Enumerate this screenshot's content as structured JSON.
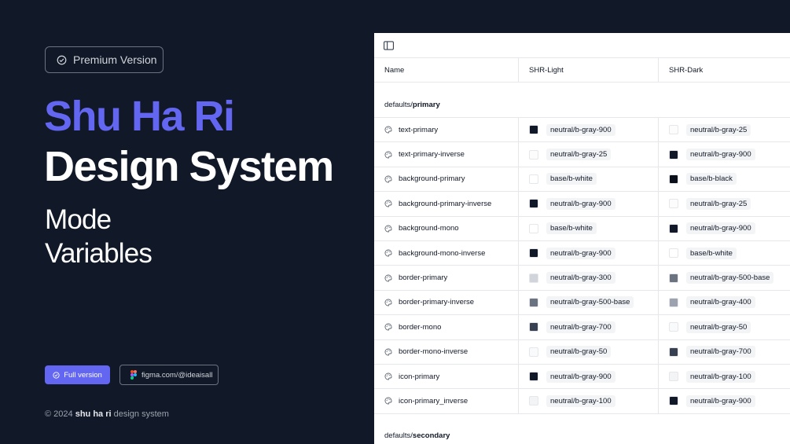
{
  "badge": {
    "icon": "check-circle-icon",
    "label": "Premium Version"
  },
  "hero": {
    "line1": "Shu Ha Ri",
    "line2": "Design System",
    "sub1": "Mode",
    "sub2": "Variables"
  },
  "buttons": {
    "full_label": "Full version",
    "figma_label": "figma.com/@ideaisall"
  },
  "footer": {
    "prefix": "© 2024 ",
    "brand": "shu ha ri",
    "suffix": " design system"
  },
  "colors": {
    "accent": "#6366f1",
    "background": "#111827"
  },
  "table": {
    "columns": [
      "Name",
      "SHR-Light",
      "SHR-Dark"
    ],
    "group1": {
      "prefix": "defaults/",
      "name": "primary"
    },
    "rows": [
      {
        "name": "text-primary",
        "light": "neutral/b-gray-900",
        "light_color": "#111827",
        "dark": "neutral/b-gray-25",
        "dark_color": "#fcfcfd"
      },
      {
        "name": "text-primary-inverse",
        "light": "neutral/b-gray-25",
        "light_color": "#fcfcfd",
        "dark": "neutral/b-gray-900",
        "dark_color": "#111827"
      },
      {
        "name": "background-primary",
        "light": "base/b-white",
        "light_color": "#ffffff",
        "dark": "base/b-black",
        "dark_color": "#0b0f19"
      },
      {
        "name": "background-primary-inverse",
        "light": "neutral/b-gray-900",
        "light_color": "#111827",
        "dark": "neutral/b-gray-25",
        "dark_color": "#fcfcfd"
      },
      {
        "name": "background-mono",
        "light": "base/b-white",
        "light_color": "#ffffff",
        "dark": "neutral/b-gray-900",
        "dark_color": "#111827"
      },
      {
        "name": "background-mono-inverse",
        "light": "neutral/b-gray-900",
        "light_color": "#111827",
        "dark": "base/b-white",
        "dark_color": "#ffffff"
      },
      {
        "name": "border-primary",
        "light": "neutral/b-gray-300",
        "light_color": "#d1d5db",
        "dark": "neutral/b-gray-500-base",
        "dark_color": "#6b7280"
      },
      {
        "name": "border-primary-inverse",
        "light": "neutral/b-gray-500-base",
        "light_color": "#6b7280",
        "dark": "neutral/b-gray-400",
        "dark_color": "#9ca3af"
      },
      {
        "name": "border-mono",
        "light": "neutral/b-gray-700",
        "light_color": "#374151",
        "dark": "neutral/b-gray-50",
        "dark_color": "#f9fafb"
      },
      {
        "name": "border-mono-inverse",
        "light": "neutral/b-gray-50",
        "light_color": "#f9fafb",
        "dark": "neutral/b-gray-700",
        "dark_color": "#374151"
      },
      {
        "name": "icon-primary",
        "light": "neutral/b-gray-900",
        "light_color": "#111827",
        "dark": "neutral/b-gray-100",
        "dark_color": "#f3f4f6"
      },
      {
        "name": "icon-primary_inverse",
        "light": "neutral/b-gray-100",
        "light_color": "#f3f4f6",
        "dark": "neutral/b-gray-900",
        "dark_color": "#111827"
      }
    ],
    "group2": {
      "prefix": "defaults/",
      "name": "secondary"
    }
  }
}
